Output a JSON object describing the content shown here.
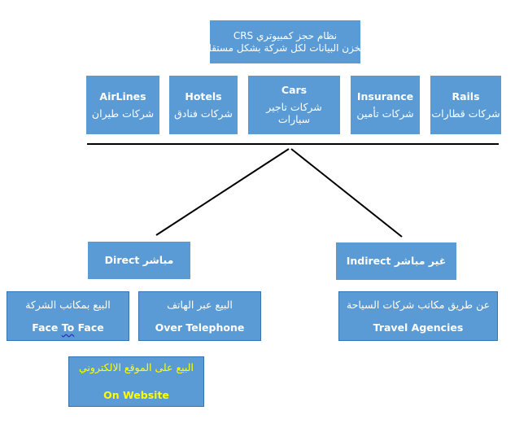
{
  "top": {
    "line1": "نظام حجز كمبيوتري CRS",
    "line2": "مخزن البيانات لكل شركة بشكل مستقل"
  },
  "categories": [
    {
      "en": "AirLines",
      "ar": "شركات طيران"
    },
    {
      "en": "Hotels",
      "ar": "شركات فنادق"
    },
    {
      "en": "Cars",
      "ar": "شركات تاجير سيارات"
    },
    {
      "en": "Insurance",
      "ar": "شركات تأمين"
    },
    {
      "en": "Rails",
      "ar": "شركات قطارات"
    }
  ],
  "direct": {
    "label": "مباشر Direct"
  },
  "indirect": {
    "label": "غير مباشر Indirect"
  },
  "leaves": {
    "face": {
      "ar": "البيع بمكاتب الشركة",
      "en_a": "Face ",
      "en_b": "To",
      "en_c": " Face"
    },
    "phone": {
      "ar": "البيع عبر الهاتف",
      "en": "Over Telephone"
    },
    "travel": {
      "ar": "عن طريق مكاتب شركات السياحة",
      "en": "Travel Agencies"
    },
    "web": {
      "ar": "البيع على الموقع الالكتروني",
      "en": "On Website"
    }
  },
  "colors": {
    "box": "#5b9bd5",
    "text": "#ffffff",
    "highlight": "#ffff00",
    "line": "#000000"
  }
}
